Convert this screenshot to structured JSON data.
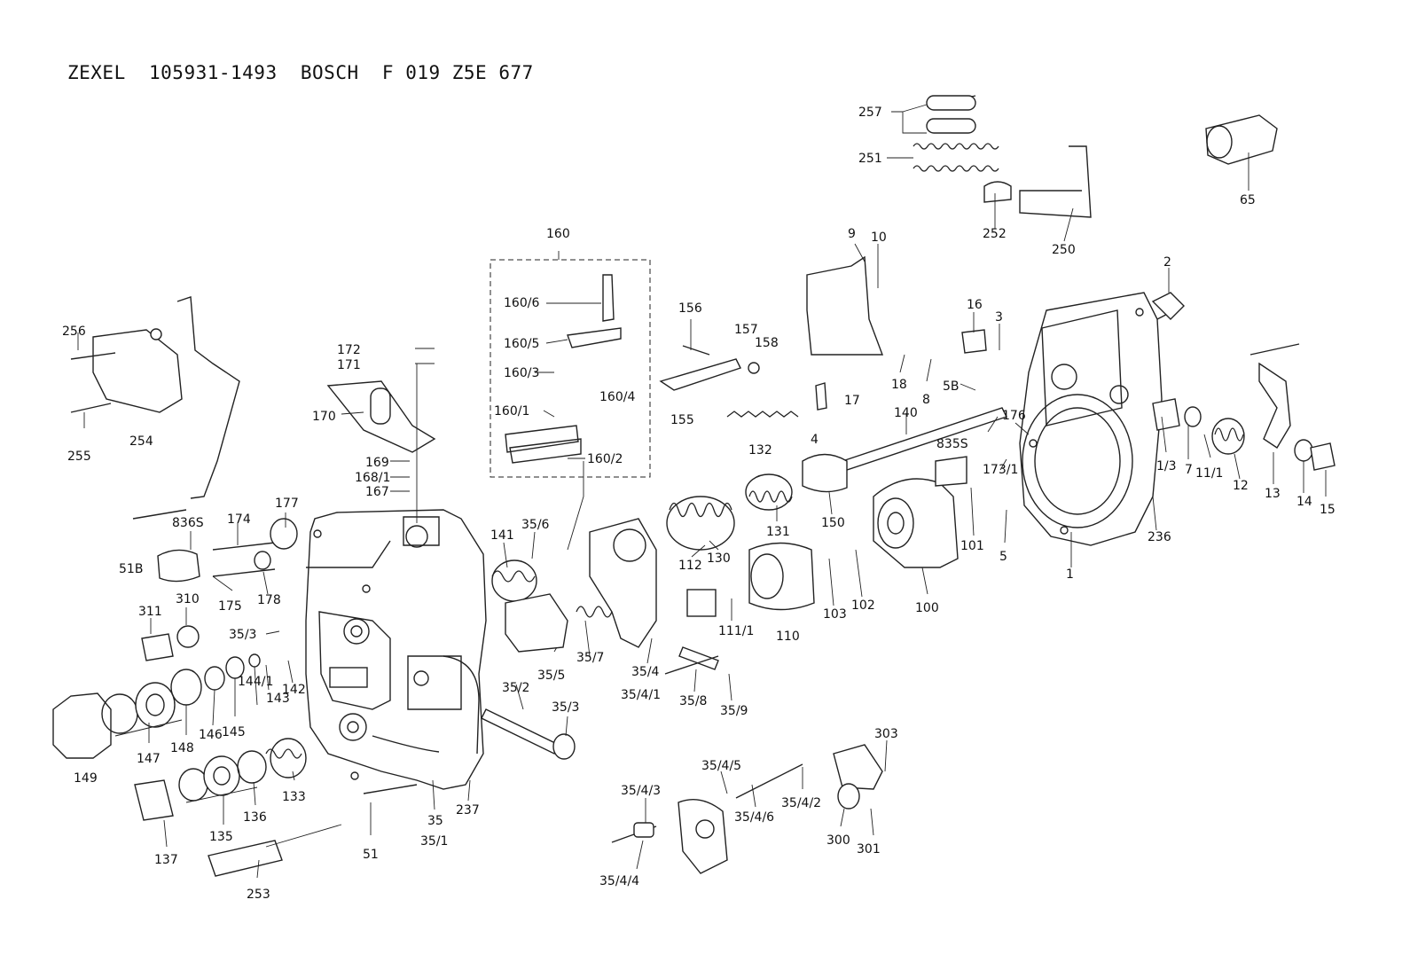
{
  "title": {
    "maker1": "ZEXEL",
    "number1": "105931-1493",
    "maker2": "BOSCH",
    "number2": "F 019 Z5E 677"
  },
  "labels": [
    {
      "key": "257",
      "text": "257"
    },
    {
      "key": "251",
      "text": "251"
    },
    {
      "key": "65",
      "text": "65"
    },
    {
      "key": "252",
      "text": "252"
    },
    {
      "key": "250",
      "text": "250"
    },
    {
      "key": "160",
      "text": "160"
    },
    {
      "key": "9",
      "text": "9"
    },
    {
      "key": "10",
      "text": "10"
    },
    {
      "key": "2",
      "text": "2"
    },
    {
      "key": "160-6",
      "text": "160/6"
    },
    {
      "key": "160-5",
      "text": "160/5"
    },
    {
      "key": "160-3",
      "text": "160/3"
    },
    {
      "key": "160-4",
      "text": "160/4"
    },
    {
      "key": "160-1",
      "text": "160/1"
    },
    {
      "key": "160-2",
      "text": "160/2"
    },
    {
      "key": "156",
      "text": "156"
    },
    {
      "key": "157",
      "text": "157"
    },
    {
      "key": "158",
      "text": "158"
    },
    {
      "key": "155",
      "text": "155"
    },
    {
      "key": "16",
      "text": "16"
    },
    {
      "key": "3",
      "text": "3"
    },
    {
      "key": "17",
      "text": "17"
    },
    {
      "key": "18",
      "text": "18"
    },
    {
      "key": "8",
      "text": "8"
    },
    {
      "key": "5B",
      "text": "5B"
    },
    {
      "key": "256",
      "text": "256"
    },
    {
      "key": "255",
      "text": "255"
    },
    {
      "key": "254",
      "text": "254"
    },
    {
      "key": "172",
      "text": "172"
    },
    {
      "key": "171",
      "text": "171"
    },
    {
      "key": "170",
      "text": "170"
    },
    {
      "key": "169",
      "text": "169"
    },
    {
      "key": "168-1",
      "text": "168/1"
    },
    {
      "key": "167",
      "text": "167"
    },
    {
      "key": "132",
      "text": "132"
    },
    {
      "key": "4",
      "text": "4"
    },
    {
      "key": "140",
      "text": "140"
    },
    {
      "key": "176",
      "text": "176"
    },
    {
      "key": "835S",
      "text": "835S"
    },
    {
      "key": "173-1",
      "text": "173/1"
    },
    {
      "key": "1-3",
      "text": "1/3"
    },
    {
      "key": "7",
      "text": "7"
    },
    {
      "key": "11-1",
      "text": "11/1"
    },
    {
      "key": "12",
      "text": "12"
    },
    {
      "key": "13",
      "text": "13"
    },
    {
      "key": "14",
      "text": "14"
    },
    {
      "key": "15",
      "text": "15"
    },
    {
      "key": "236",
      "text": "236"
    },
    {
      "key": "1",
      "text": "1"
    },
    {
      "key": "5",
      "text": "5"
    },
    {
      "key": "101",
      "text": "101"
    },
    {
      "key": "100",
      "text": "100"
    },
    {
      "key": "102",
      "text": "102"
    },
    {
      "key": "103",
      "text": "103"
    },
    {
      "key": "150",
      "text": "150"
    },
    {
      "key": "131",
      "text": "131"
    },
    {
      "key": "130",
      "text": "130"
    },
    {
      "key": "112",
      "text": "112"
    },
    {
      "key": "110",
      "text": "110"
    },
    {
      "key": "111-1",
      "text": "111/1"
    },
    {
      "key": "836S",
      "text": "836S"
    },
    {
      "key": "174",
      "text": "174"
    },
    {
      "key": "177",
      "text": "177"
    },
    {
      "key": "51B",
      "text": "51B"
    },
    {
      "key": "175",
      "text": "175"
    },
    {
      "key": "178",
      "text": "178"
    },
    {
      "key": "141",
      "text": "141"
    },
    {
      "key": "35-6",
      "text": "35/6"
    },
    {
      "key": "311",
      "text": "311"
    },
    {
      "key": "310",
      "text": "310"
    },
    {
      "key": "35-3a",
      "text": "35/3"
    },
    {
      "key": "35-5",
      "text": "35/5"
    },
    {
      "key": "35-7",
      "text": "35/7"
    },
    {
      "key": "35-4",
      "text": "35/4"
    },
    {
      "key": "35-4-1",
      "text": "35/4/1"
    },
    {
      "key": "35-8",
      "text": "35/8"
    },
    {
      "key": "35-9",
      "text": "35/9"
    },
    {
      "key": "142",
      "text": "142"
    },
    {
      "key": "143",
      "text": "143"
    },
    {
      "key": "144-1",
      "text": "144/1"
    },
    {
      "key": "145",
      "text": "145"
    },
    {
      "key": "146",
      "text": "146"
    },
    {
      "key": "148",
      "text": "148"
    },
    {
      "key": "147",
      "text": "147"
    },
    {
      "key": "149",
      "text": "149"
    },
    {
      "key": "35-2",
      "text": "35/2"
    },
    {
      "key": "35-3b",
      "text": "35/3"
    },
    {
      "key": "133",
      "text": "133"
    },
    {
      "key": "136",
      "text": "136"
    },
    {
      "key": "135",
      "text": "135"
    },
    {
      "key": "137",
      "text": "137"
    },
    {
      "key": "253",
      "text": "253"
    },
    {
      "key": "51",
      "text": "51"
    },
    {
      "key": "35",
      "text": "35"
    },
    {
      "key": "35-1",
      "text": "35/1"
    },
    {
      "key": "237",
      "text": "237"
    },
    {
      "key": "35-4-5",
      "text": "35/4/5"
    },
    {
      "key": "35-4-3",
      "text": "35/4/3"
    },
    {
      "key": "35-4-6",
      "text": "35/4/6"
    },
    {
      "key": "35-4-2",
      "text": "35/4/2"
    },
    {
      "key": "35-4-4",
      "text": "35/4/4"
    },
    {
      "key": "303",
      "text": "303"
    },
    {
      "key": "300",
      "text": "300"
    },
    {
      "key": "301",
      "text": "301"
    }
  ]
}
